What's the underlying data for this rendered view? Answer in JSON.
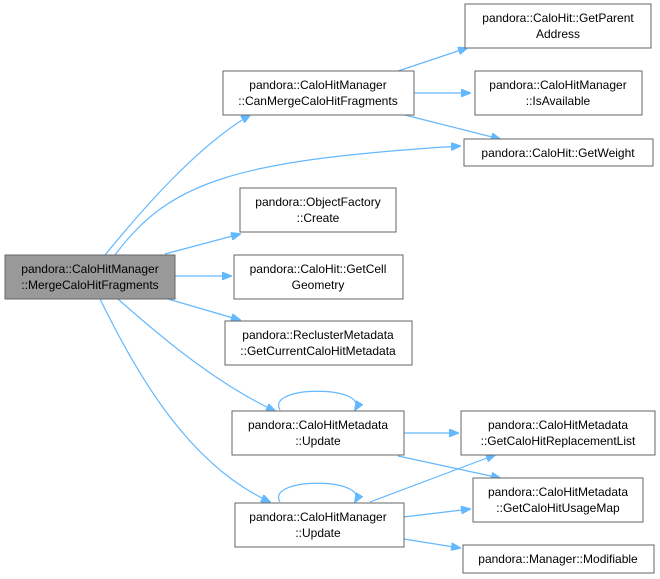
{
  "colors": {
    "edge": "#63b8ff",
    "root_fill": "#999999",
    "node_border": "#666666"
  },
  "nodes": {
    "merge": {
      "lines": [
        "pandora::CaloHitManager",
        "::MergeCaloHitFragments"
      ]
    },
    "can_merge": {
      "lines": [
        "pandora::CaloHitManager",
        "::CanMergeCaloHitFragments"
      ]
    },
    "get_parent": {
      "lines": [
        "pandora::CaloHit::GetParent",
        "Address"
      ]
    },
    "is_available": {
      "lines": [
        "pandora::CaloHitManager",
        "::IsAvailable"
      ]
    },
    "get_weight": {
      "lines": [
        "pandora::CaloHit::GetWeight"
      ]
    },
    "create": {
      "lines": [
        "pandora::ObjectFactory",
        "::Create"
      ]
    },
    "get_cell_geometry": {
      "lines": [
        "pandora::CaloHit::GetCell",
        "Geometry"
      ]
    },
    "get_current_meta": {
      "lines": [
        "pandora::ReclusterMetadata",
        "::GetCurrentCaloHitMetadata"
      ]
    },
    "meta_update": {
      "lines": [
        "pandora::CaloHitMetadata",
        "::Update"
      ]
    },
    "replacement_list": {
      "lines": [
        "pandora::CaloHitMetadata",
        "::GetCaloHitReplacementList"
      ]
    },
    "usage_map": {
      "lines": [
        "pandora::CaloHitMetadata",
        "::GetCaloHitUsageMap"
      ]
    },
    "mgr_update": {
      "lines": [
        "pandora::CaloHitManager",
        "::Update"
      ]
    },
    "modifiable": {
      "lines": [
        "pandora::Manager::Modifiable"
      ]
    }
  }
}
